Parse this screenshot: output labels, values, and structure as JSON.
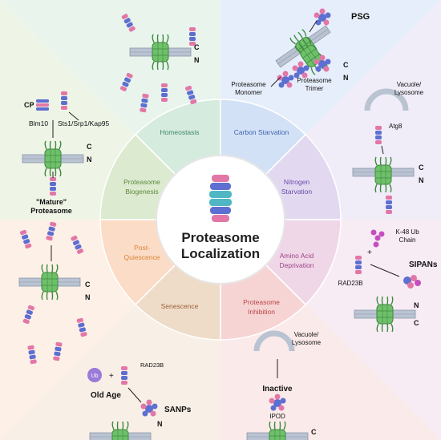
{
  "center": {
    "title_line1": "Proteasome",
    "title_line2": "Localization"
  },
  "ring_labels": {
    "homeostasis": "Homeostasis",
    "carbon_starvation": "Carbon Starvation",
    "nitrogen_starvation_1": "Nitrogen",
    "nitrogen_starvation_2": "Starvation",
    "amino_acid_1": "Amino Acid",
    "amino_acid_2": "Deprivation",
    "inhibition_1": "Proteasome",
    "inhibition_2": "Inhibition",
    "senescence": "Senescence",
    "post_quiescence_1": "Post-",
    "post_quiescence_2": "Quiescence",
    "biogenesis_1": "Proteasome",
    "biogenesis_2": "Biogenesis"
  },
  "annotations": {
    "psg": "PSG",
    "proteasome_monomer_1": "Proteasome",
    "proteasome_monomer_2": "Monomer",
    "proteasome_trimer_1": "Proteasome",
    "proteasome_trimer_2": "Trimer",
    "vacuole_1": "Vacuole/",
    "vacuole_2": "Lysosome",
    "atg8": "Atg8",
    "k48_1": "K-48 Ub",
    "k48_2": "Chain",
    "sipans": "SIPANs",
    "rad23b": "RAD23B",
    "inactive": "Inactive",
    "ipod": "IPOD",
    "sanps": "SANPs",
    "old_age": "Old Age",
    "ub": "Ub",
    "plus": "+",
    "cp": "CP",
    "blm10": "Blm10",
    "sts1": "Sts1/Srp1/Kap95",
    "mature_1": "\"Mature\"",
    "mature_2": "Proteasome",
    "c": "C",
    "n": "N"
  },
  "colors": {
    "sector_homeostasis": "#e9f4ec",
    "sector_carbon": "#e7eefb",
    "sector_nitrogen": "#f0ecf8",
    "sector_amino": "#f8ecf4",
    "sector_inhibition": "#fbeaea",
    "sector_senescence": "#f8efe6",
    "sector_postq": "#fdf0e6",
    "sector_biogenesis": "#eef4e6",
    "ring_homeostasis": "#d5ebde",
    "ring_carbon": "#d3e1f6",
    "ring_nitrogen": "#e2d9f1",
    "ring_amino": "#f0d7e8",
    "ring_inhibition": "#f7d4d4",
    "ring_senescence": "#efdcc8",
    "ring_postq": "#fbdcc6",
    "ring_biogenesis": "#dcead0",
    "text_homeostasis": "#3f8a6a",
    "text_carbon": "#3f65b0",
    "text_nitrogen": "#6a4aa8",
    "text_amino": "#9c4487",
    "text_inhibition": "#b84545",
    "text_senescence": "#9a6236",
    "text_postq": "#d9843a",
    "text_biogenesis": "#5e8a3a",
    "proteasome": "#6fc06a",
    "proteasome_dark": "#3d8a3e",
    "membrane": "#b9c3d2",
    "pink": "#e277a7",
    "blue": "#5d6fd0",
    "teal": "#4fb7c4"
  }
}
